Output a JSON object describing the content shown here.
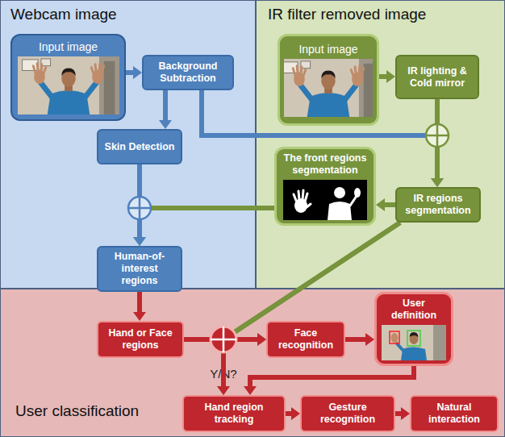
{
  "diagram": {
    "nodes": [
      {
        "text": [
          "Webcam image"
        ]
      },
      {
        "text": [
          "Input image"
        ],
        "in": 0
      },
      {
        "text": [
          "Background Subtraction"
        ],
        "in": 0
      },
      {
        "text": [
          "Skin Detection"
        ],
        "in": 0
      },
      {
        "text": [
          "Human-of-interest regions"
        ],
        "in": 0
      },
      {
        "text": [
          "IR filter removed image"
        ]
      },
      {
        "text": [
          "Input image"
        ],
        "in": 5
      },
      {
        "text": [
          "IR lighting & Cold mirror"
        ],
        "in": 5
      },
      {
        "text": [
          "The front regions segmentation"
        ],
        "in": 5
      },
      {
        "text": [
          "IR regions segmentation"
        ],
        "in": 5
      },
      {
        "text": [
          "User classification"
        ]
      },
      {
        "text": [
          "Hand or Face regions"
        ],
        "in": 10
      },
      {
        "text": [
          "Face recognition"
        ],
        "in": 10
      },
      {
        "text": [
          "User definition"
        ],
        "in": 10
      },
      {
        "text": [
          "Hand region tracking"
        ],
        "in": 10
      },
      {
        "text": [
          "Gesture recognition"
        ],
        "in": 10
      },
      {
        "text": [
          "Natural interaction"
        ],
        "in": 10
      }
    ],
    "edges": [
      {
        "from": 1,
        "to": 2,
        "arrow": "to"
      },
      {
        "from": 2,
        "to": 3,
        "arrow": "to"
      },
      {
        "from": 6,
        "to": 7,
        "arrow": "to"
      },
      {
        "from": 2,
        "to": 9,
        "arrow": "to"
      },
      {
        "from": 7,
        "to": 9,
        "arrow": "to"
      },
      {
        "from": 9,
        "to": 8,
        "arrow": "to"
      },
      {
        "from": 3,
        "to": 4,
        "arrow": "to"
      },
      {
        "from": 8,
        "to": 4,
        "arrow": "to"
      },
      {
        "from": 4,
        "to": 11,
        "arrow": "to"
      },
      {
        "from": 11,
        "to": 12,
        "arrow": "to"
      },
      {
        "from": 11,
        "to": 14,
        "arrow": "to"
      },
      {
        "from": 9,
        "to": 12,
        "arrow": "to"
      },
      {
        "from": 9,
        "to": 14,
        "arrow": "to"
      },
      {
        "from": 12,
        "to": 13,
        "arrow": "to"
      },
      {
        "from": 13,
        "to": 14,
        "arrow": "to"
      },
      {
        "from": 14,
        "to": 15,
        "arrow": "to"
      },
      {
        "from": 15,
        "to": 16,
        "arrow": "to"
      }
    ],
    "labels": [
      "Y/N?"
    ]
  }
}
